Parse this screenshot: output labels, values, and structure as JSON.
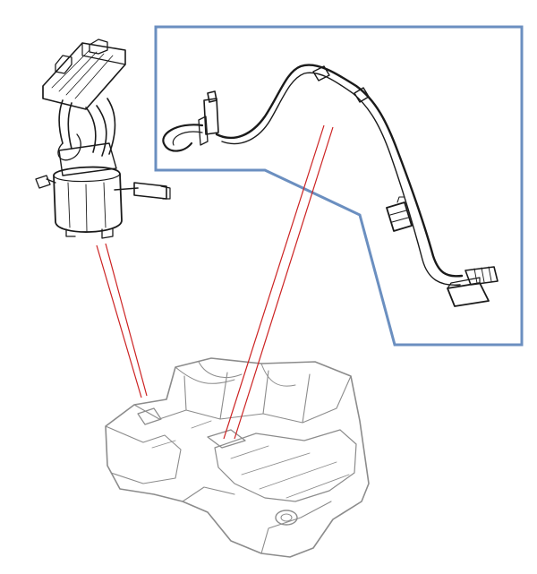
{
  "diagram": {
    "callout_frame_color": "#6b8fc0",
    "leader_line_color": "#cc2222",
    "line_art_color": "#1a1a1a",
    "faded_art_color": "#8c8c8c",
    "components": [
      {
        "id": "fuel-pump-module",
        "icon": "fuel-pump-module-drawing"
      },
      {
        "id": "fuel-level-sender-arm",
        "icon": "fuel-level-sender-drawing"
      },
      {
        "id": "fuel-tank",
        "icon": "fuel-tank-drawing"
      }
    ]
  }
}
